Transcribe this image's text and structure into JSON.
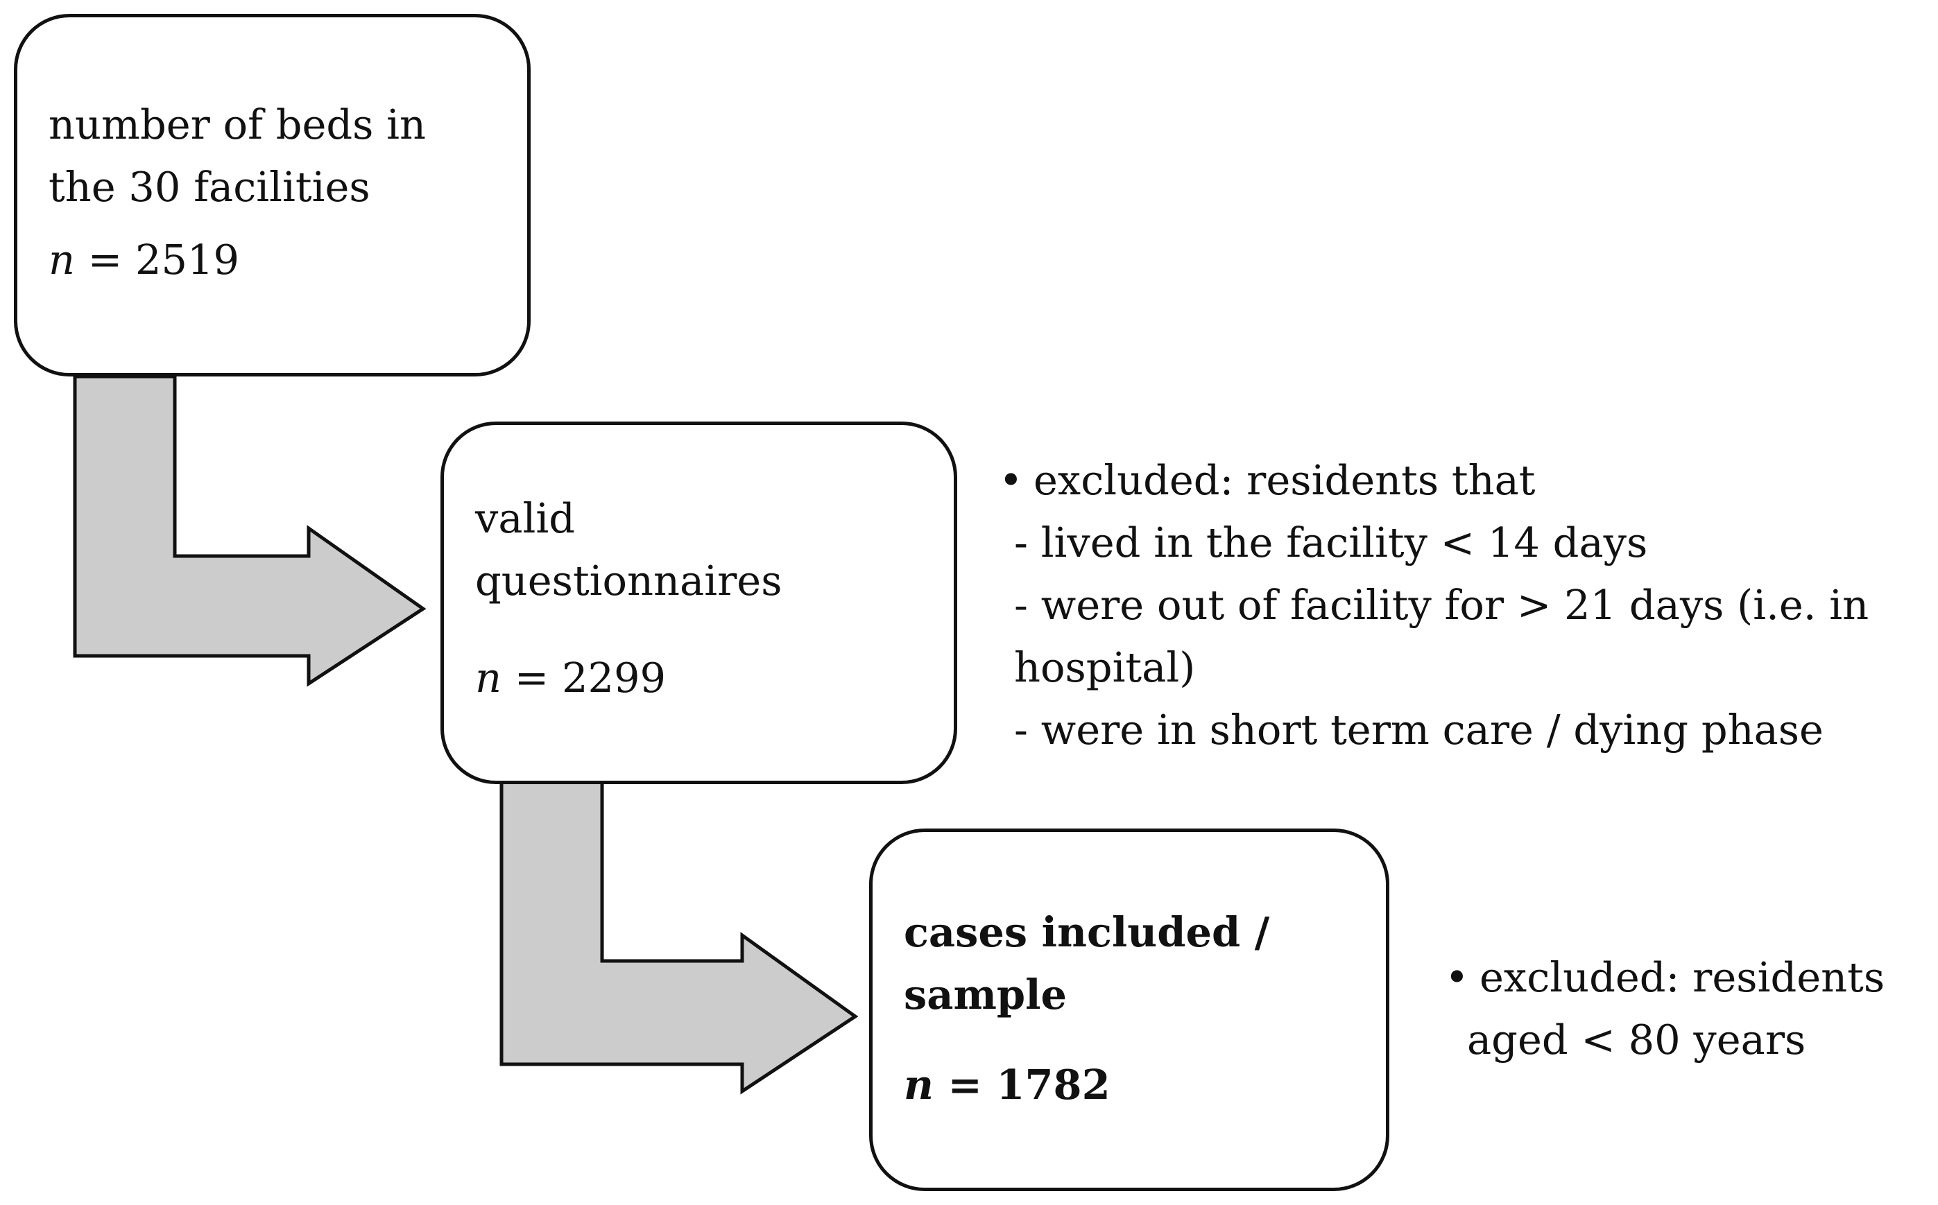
{
  "boxes": {
    "beds": {
      "label_line1": "number of beds in",
      "label_line2": "the 30 facilities",
      "n_symbol": "n",
      "n_eq": " = 2519"
    },
    "valid": {
      "label_line1": "valid",
      "label_line2": "questionnaires",
      "n_symbol": "n",
      "n_eq": " = 2299"
    },
    "sample": {
      "label_line1": "cases included /",
      "label_line2": "sample",
      "n_symbol": "n",
      "n_eq": " = 1782"
    }
  },
  "notes": {
    "first": {
      "bullet": "•",
      "heading": "excluded: residents that",
      "items": [
        "- lived in the facility < 14 days",
        "- were out of facility for > 21 days (i.e. in",
        "hospital)",
        "- were in short term care / dying phase"
      ]
    },
    "second": {
      "bullet": "•",
      "line1": "excluded: residents",
      "line2": "aged < 80 years"
    }
  },
  "colors": {
    "arrow_fill": "#cccccc",
    "stroke": "#111111",
    "background": "#ffffff"
  }
}
